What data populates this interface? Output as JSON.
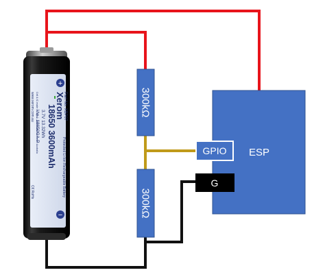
{
  "battery": {
    "brand": "Xerom",
    "model": "18650 3600mAh",
    "part_no": "Part No. XBP07",
    "spec_1": "3.7V  13.32Wh",
    "spec_2": "Vw : 18650GA-P",
    "desc_1": "Protected Li-Ion Rechargeable Battery",
    "desc_2": "Cell & IC made in Japan. Assembled for Xerom Australia",
    "website": "www.xerom.com.au",
    "plus_symbol": "+",
    "minus_symbol": "−",
    "ce_mark": "C€ RoHs"
  },
  "resistors": {
    "top_label": "300kΩ",
    "bottom_label": "300kΩ"
  },
  "esp": {
    "label": "ESP",
    "gpio_label": "GPIO",
    "ground_label": "G"
  },
  "colors": {
    "positive_wire": "#e8141b",
    "ground_wire": "#111111",
    "signal_wire": "#c09a1a",
    "component_blue": "#4471c4",
    "component_border": "#2f528f",
    "ground_pin": "#000000"
  }
}
